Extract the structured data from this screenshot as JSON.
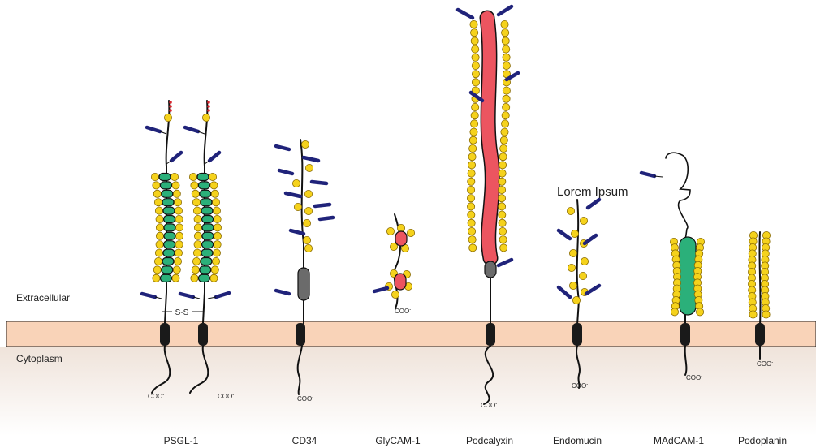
{
  "regions": {
    "extracellular": "Extracellular",
    "cytoplasm": "Cytoplasm"
  },
  "proteins": [
    {
      "id": "psgl1",
      "name": "PSGL-1"
    },
    {
      "id": "cd34",
      "name": "CD34"
    },
    {
      "id": "glycam1",
      "name": "GlyCAM-1"
    },
    {
      "id": "podocalyxin",
      "name": "Podcalyxin"
    },
    {
      "id": "endomucin",
      "name": "Endomucin"
    },
    {
      "id": "madcam1",
      "name": "MAdCAM-1"
    },
    {
      "id": "podoplanin",
      "name": "Podoplanin"
    }
  ],
  "annotations": {
    "disulfide": "S-S",
    "carboxyl": "COO",
    "carboxyl_charge": "-",
    "overlay_text": "Lorem Ipsum"
  },
  "colors": {
    "membrane": "#f9d3b8",
    "membrane_stroke": "#222222",
    "glycan": "#f5d21c",
    "glycan_stroke": "#8a6b00",
    "bar": "#20237a",
    "mucin_red": "#ec5560",
    "mucin_green": "#2bb07a",
    "domain_grey": "#6b6b6b",
    "sialyl": "#d8262e",
    "anchor": "#1a1a1a"
  }
}
